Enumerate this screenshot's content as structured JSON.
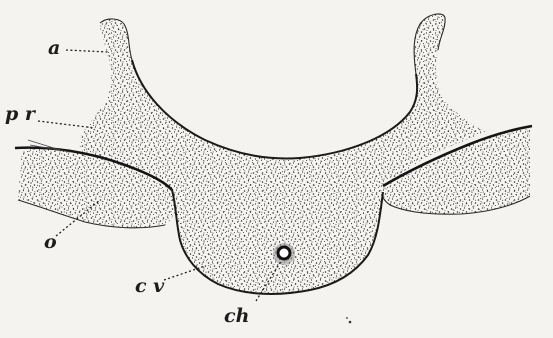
{
  "figure": {
    "labels": {
      "a": "a",
      "pr": "p r",
      "o": "o",
      "cv": "c v",
      "ch": "ch"
    }
  },
  "colors": {
    "paper": "#f4f3ef",
    "stipple": "#2b2b2b",
    "ink": "#1a1a1a"
  }
}
